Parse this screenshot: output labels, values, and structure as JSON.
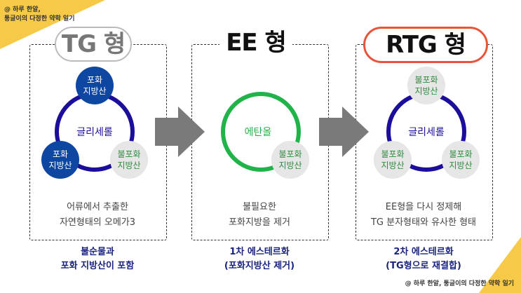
{
  "watermark": {
    "top_line1": "@ 하루 한알,",
    "top_line2": "퉁글이의 다정한 약학 일기",
    "bottom": "@ 하루 한알, 퉁글이의 다정한 약학 일기"
  },
  "panels": [
    {
      "title": "TG 형",
      "center": "글리세롤",
      "nodes": [
        "포화\n지방산",
        "포화\n지방산",
        "불포화\n지방산"
      ],
      "description": [
        "어류에서 추출한",
        "자연형태의 오메가3"
      ],
      "caption": [
        "불순물과",
        "포화 지방산이 포함"
      ]
    },
    {
      "title": "EE 형",
      "center": "에탄올",
      "nodes": [
        "불포화\n지방산"
      ],
      "description": [
        "불필요한",
        "포화지방을 제거"
      ],
      "caption": [
        "1차 에스테르화",
        "(포화지방산 제거)"
      ]
    },
    {
      "title": "RTG 형",
      "center": "글리세롤",
      "nodes": [
        "불포화\n지방산",
        "불포화\n지방산",
        "불포화\n지방산"
      ],
      "description": [
        "EE형을 다시 정제해",
        "TG 분자형태와 유사한 형태"
      ],
      "caption": [
        "2차 에스테르화",
        "(TG형으로 재결합)"
      ]
    }
  ],
  "colors": {
    "ring_glycerol": "#1a0e9a",
    "ring_ethanol": "#1fb34a",
    "saturated_fill": "#0d47a1",
    "unsaturated_fill": "#e6e6e6",
    "unsaturated_text": "#2e8b3e",
    "caption_text": "#1a237e",
    "arrow": "#7a7a7a",
    "highlight": "#e8533a",
    "corner": "#f7c948"
  }
}
